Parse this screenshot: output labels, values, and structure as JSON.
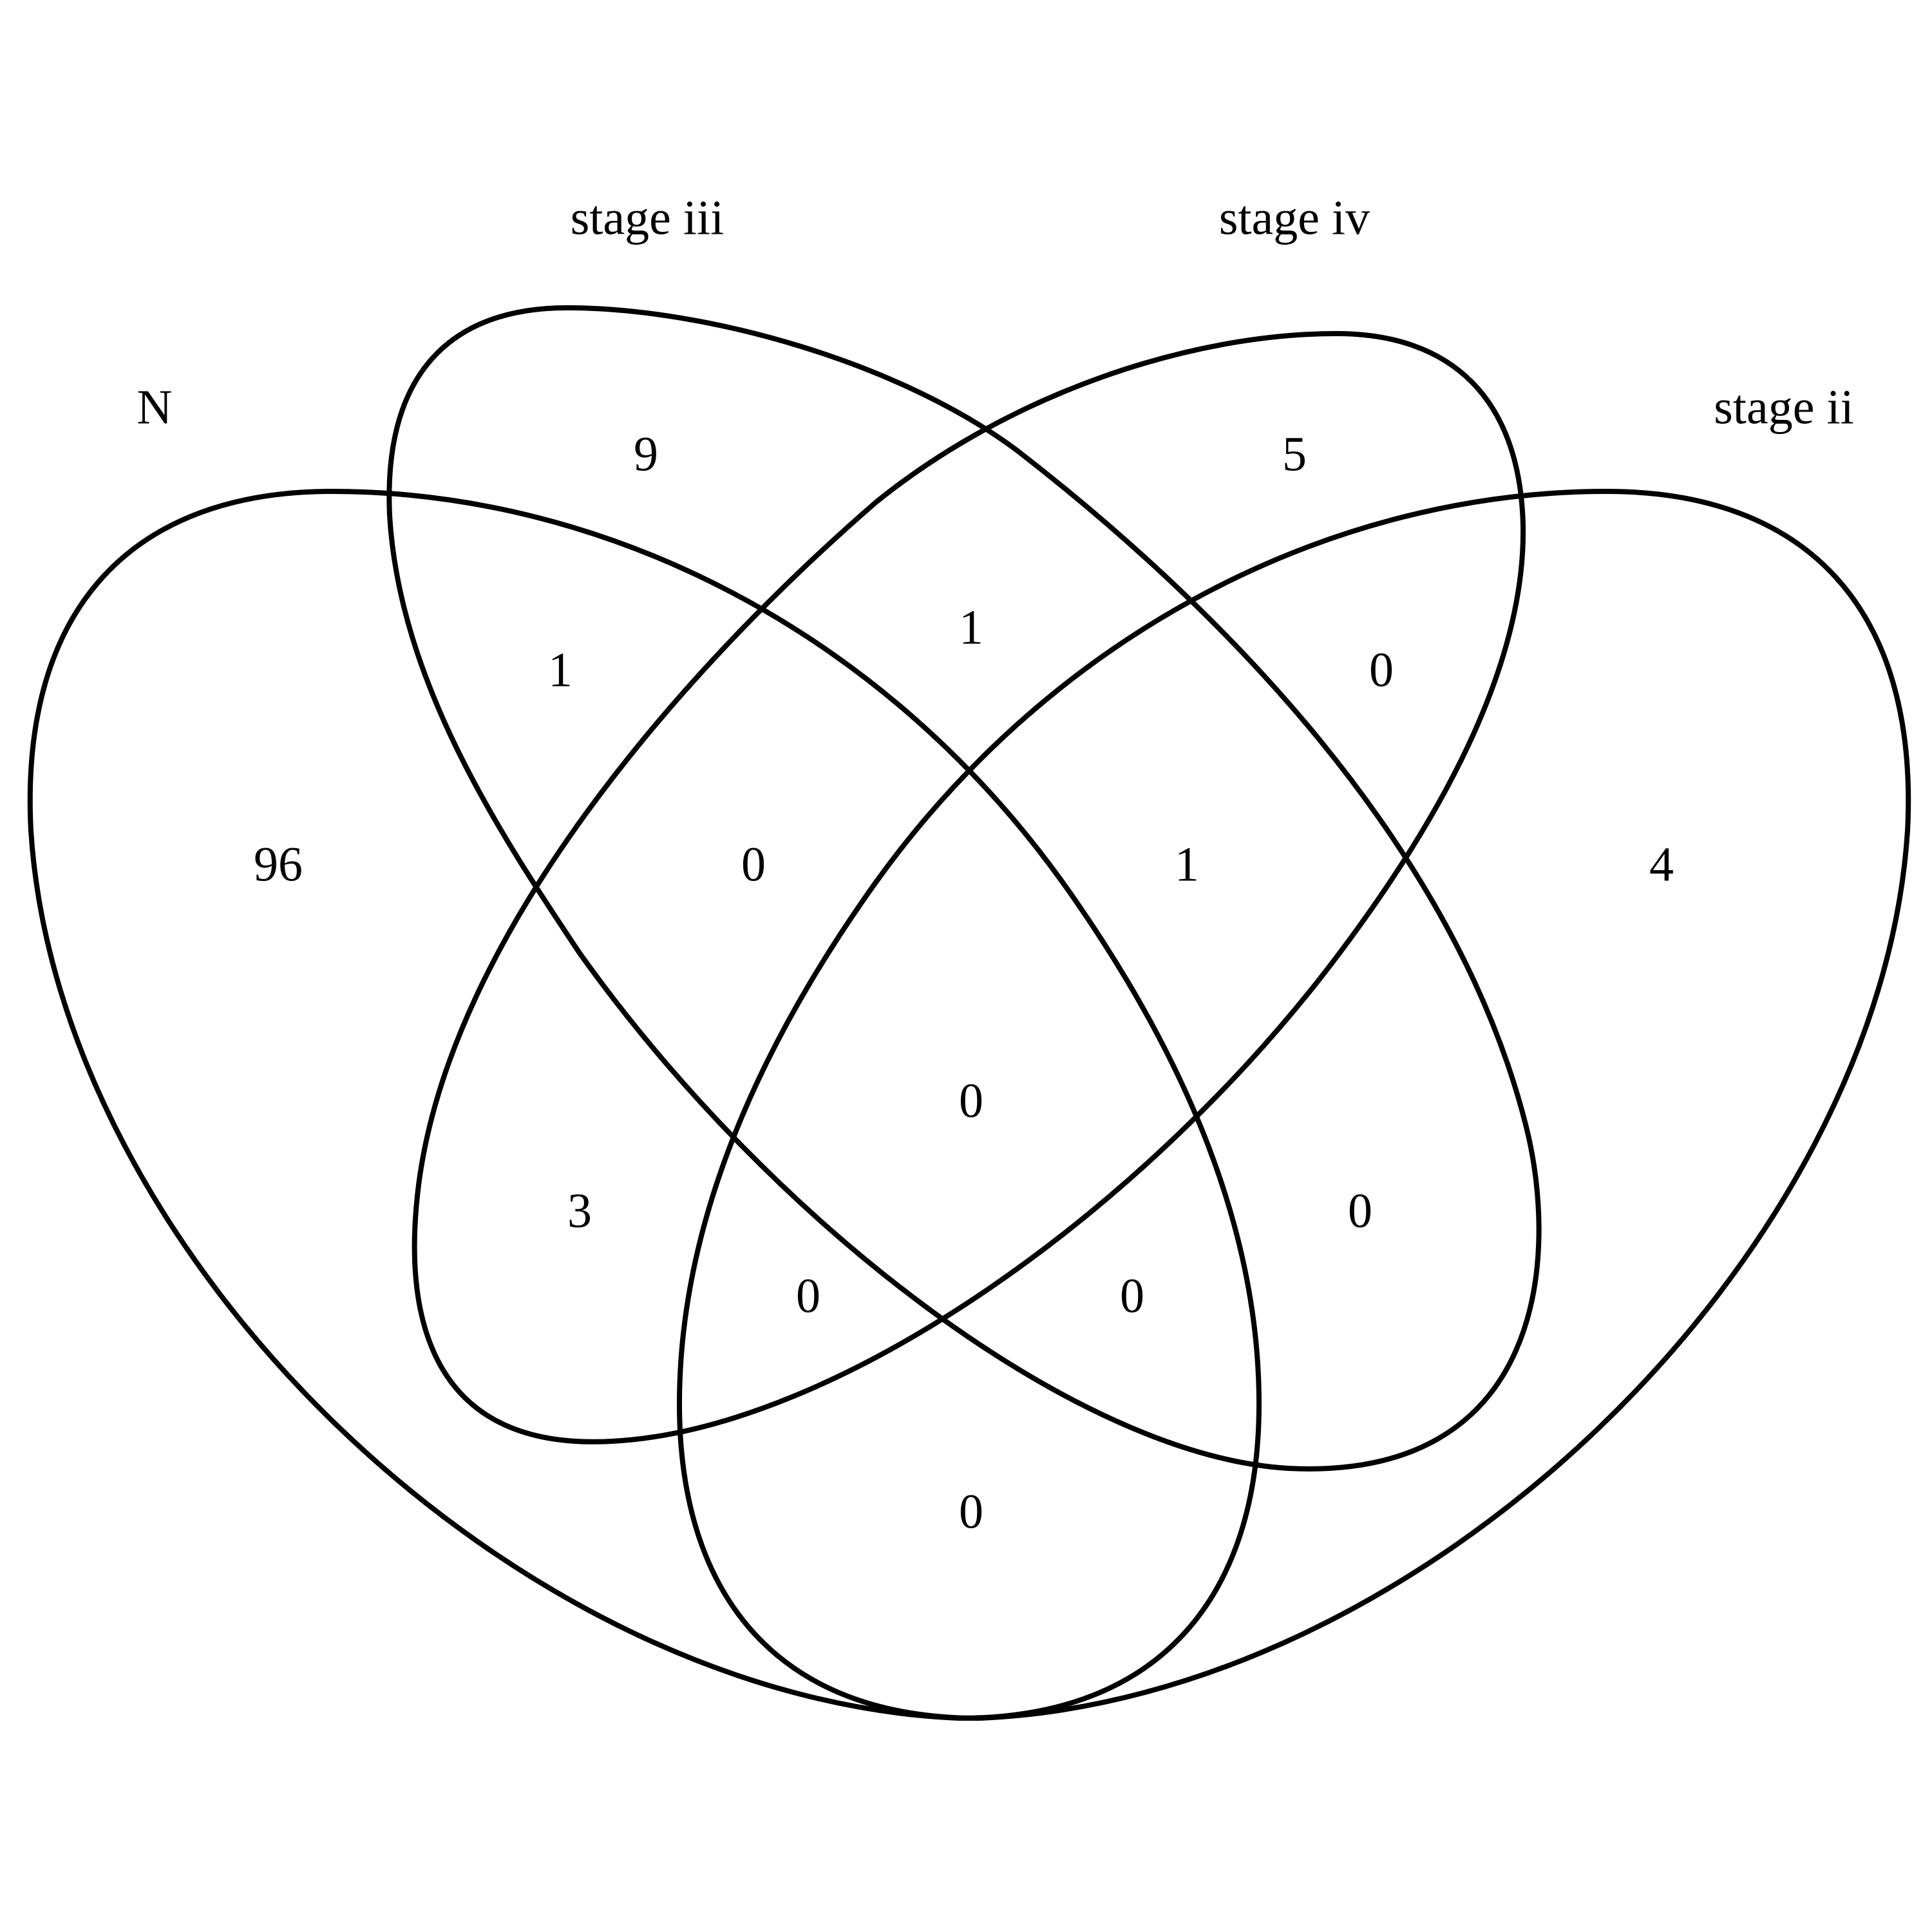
{
  "diagram": {
    "type": "venn",
    "outline_color": "#000000",
    "background_color": "#ffffff",
    "sets": [
      {
        "id": "N",
        "label": "N"
      },
      {
        "id": "stage_iii",
        "label": "stage iii"
      },
      {
        "id": "stage_iv",
        "label": "stage iv"
      },
      {
        "id": "stage_ii",
        "label": "stage ii"
      }
    ],
    "regions": [
      {
        "sets": [
          "stage_iii"
        ],
        "count": "9"
      },
      {
        "sets": [
          "stage_iv"
        ],
        "count": "5"
      },
      {
        "sets": [
          "N"
        ],
        "count": "96"
      },
      {
        "sets": [
          "stage_ii"
        ],
        "count": "4"
      },
      {
        "sets": [
          "stage_iii",
          "stage_iv"
        ],
        "count": "1"
      },
      {
        "sets": [
          "N",
          "stage_iii"
        ],
        "count": "1"
      },
      {
        "sets": [
          "stage_iv",
          "stage_ii"
        ],
        "count": "0"
      },
      {
        "sets": [
          "N",
          "stage_iii",
          "stage_iv"
        ],
        "count": "0"
      },
      {
        "sets": [
          "stage_iii",
          "stage_iv",
          "stage_ii"
        ],
        "count": "1"
      },
      {
        "sets": [
          "N",
          "stage_iii",
          "stage_iv",
          "stage_ii"
        ],
        "count": "0"
      },
      {
        "sets": [
          "N",
          "stage_iv"
        ],
        "count": "3"
      },
      {
        "sets": [
          "stage_iii",
          "stage_ii"
        ],
        "count": "0"
      },
      {
        "sets": [
          "N",
          "stage_iv",
          "stage_ii"
        ],
        "count": "0"
      },
      {
        "sets": [
          "N",
          "stage_iii",
          "stage_ii"
        ],
        "count": "0"
      },
      {
        "sets": [
          "N",
          "stage_ii"
        ],
        "count": "0"
      }
    ]
  }
}
